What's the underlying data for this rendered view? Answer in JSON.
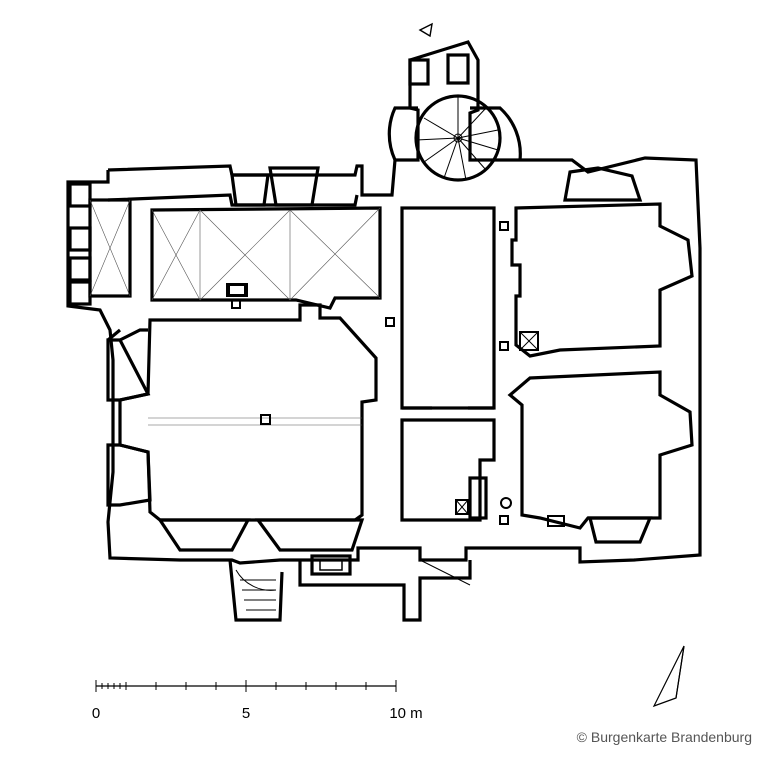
{
  "scale_bar": {
    "labels": [
      "0",
      "5",
      "10 m"
    ]
  },
  "credit": "© Burgenkarte Brandenburg",
  "icons": [
    "north-arrow-icon",
    "north-marker-small-icon",
    "spiral-stair-icon"
  ],
  "colors": {
    "ink": "#000000",
    "background": "#ffffff",
    "credit_text": "#555555",
    "vault_lines": "#555555"
  }
}
